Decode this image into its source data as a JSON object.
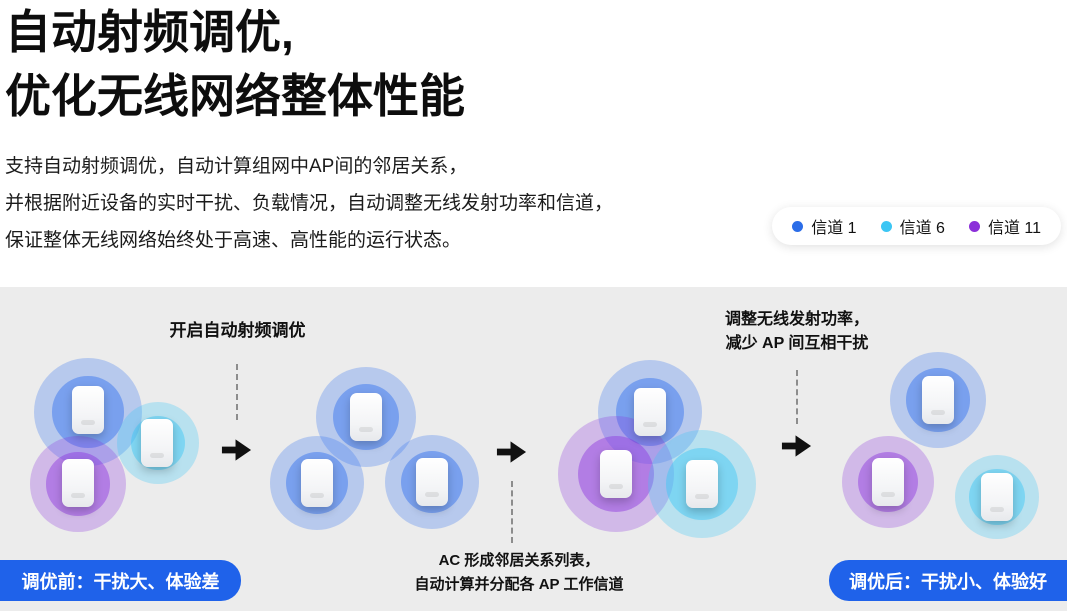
{
  "header": {
    "title_line1": "自动射频调优,",
    "title_line2": "优化无线网络整体性能",
    "description": {
      "line1": "支持自动射频调优，自动计算组网中AP间的邻居关系，",
      "line2": "并根据附近设备的实时干扰、负载情况，自动调整无线发射功率和信道，",
      "line3": "保证整体无线网络始终处于高速、高性能的运行状态。"
    }
  },
  "legend": {
    "items": [
      {
        "label": "信道 1",
        "color": "#2b6de8"
      },
      {
        "label": "信道 6",
        "color": "#3cc6f4"
      },
      {
        "label": "信道 11",
        "color": "#8b2fd9"
      }
    ]
  },
  "diagram": {
    "annotations": {
      "enable": "开启自动射频调优",
      "ac_line1": "AC 形成邻居关系列表，",
      "ac_line2": "自动计算并分配各 AP 工作信道",
      "power_line1": "调整无线发射功率，",
      "power_line2": "减少 AP 间互相干扰"
    },
    "badges": {
      "before": "调优前：干扰大、体验差",
      "after": "调优后：干扰小、体验好"
    },
    "stages": [
      {
        "name": "before-tuning",
        "ap_channels": [
          "1",
          "6",
          "11"
        ]
      },
      {
        "name": "tuning-enabled",
        "ap_channels": [
          "1",
          "1",
          "1"
        ]
      },
      {
        "name": "channels-assigned",
        "ap_channels": [
          "1",
          "11",
          "6"
        ]
      },
      {
        "name": "after-tuning",
        "ap_channels": [
          "1",
          "11",
          "6"
        ]
      }
    ],
    "icons": {
      "flow_arrow": "black-right-arrow",
      "legend_dot": "filled-circle"
    }
  },
  "colors": {
    "channel1_blue": "#2b6de8",
    "channel6_cyan": "#3cc6f4",
    "channel11_purple": "#8b2fd9",
    "badge_blue": "#1f62ea",
    "section_gray": "#ececec",
    "text_black": "#0d0d0d"
  }
}
